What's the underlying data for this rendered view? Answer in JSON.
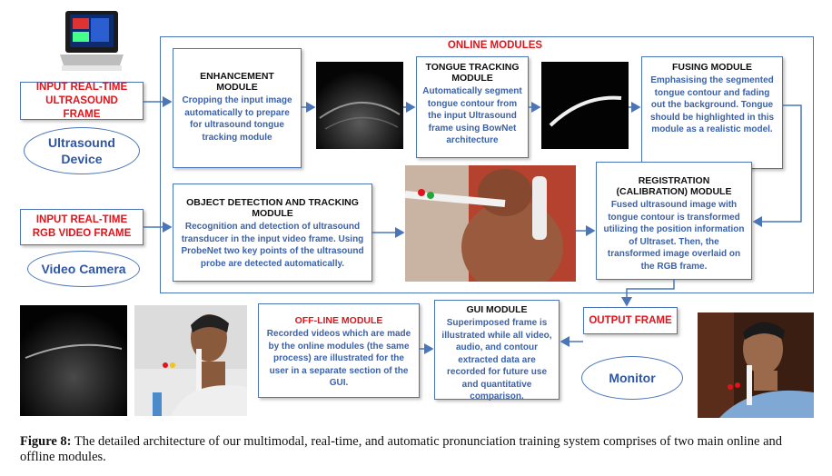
{
  "colors": {
    "accent": "#4a76b8",
    "label_blue": "#3b62a8",
    "highlight_red": "#e0141b"
  },
  "online_label": "ONLINE MODULES",
  "inputs": {
    "ultrasound": "INPUT REAL-TIME ULTRASOUND FRAME",
    "rgb": "INPUT REAL-TIME RGB VIDEO FRAME"
  },
  "devices": {
    "ultrasound": "Ultrasound Device",
    "camera": "Video Camera",
    "monitor": "Monitor"
  },
  "modules": {
    "enhancement": {
      "title": "ENHANCEMENT MODULE",
      "desc": "Cropping the input image automatically to prepare for ultrasound tongue tracking module"
    },
    "tongue": {
      "title": "TONGUE TRACKING MODULE",
      "desc": "Automatically segment tongue contour from the input Ultrasound frame using BowNet architecture"
    },
    "fusing": {
      "title": "FUSING MODULE",
      "desc": "Emphasising the segmented tongue contour and fading out the background. Tongue should be highlighted in this module as a realistic model."
    },
    "detection": {
      "title": "OBJECT DETECTION AND TRACKING MODULE",
      "desc": "Recognition and detection of ultrasound transducer in the input video frame. Using ProbeNet two key points of the ultrasound probe are detected automatically."
    },
    "registration": {
      "title": "REGISTRATION (CALIBRATION) MODULE",
      "desc": "Fused ultrasound image with tongue contour is transformed utilizing the position information of Ultraset. Then, the transformed image overlaid on the RGB frame."
    },
    "offline": {
      "title": "OFF-LINE MODULE",
      "desc": "Recorded videos which are made by the online modules (the same process) are illustrated for the user in a separate section of the GUI."
    },
    "gui": {
      "title": "GUI MODULE",
      "desc": "Superimposed frame is illustrated while all video, audio, and contour extracted data are recorded for future use and quantitative comparison."
    }
  },
  "output_frame": "OUTPUT FRAME",
  "caption": {
    "label": "Figure 8:",
    "text": " The detailed architecture of our multimodal, real-time, and automatic pronunciation training system comprises of two main online and offline modules."
  }
}
